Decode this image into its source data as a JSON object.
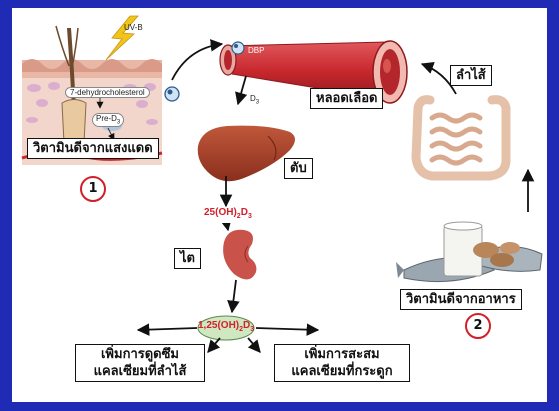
{
  "labels": {
    "sunlight": "วิตามินดีจากแสงแดด",
    "blood_vessel": "หลอดเลือด",
    "liver": "ตับ",
    "kidney": "ไต",
    "intestine": "ลำไส้",
    "food": "วิตามินดีจากอาหาร",
    "absorb_line1": "เพิ่มการดูดซึม",
    "absorb_line2": "แคลเซียมที่ลำไส้",
    "store_line1": "เพิ่มการสะสม",
    "store_line2": "แคลเซียมที่กระดูก"
  },
  "skin": {
    "uvb": "UV-B",
    "precursor": "7-dehydrocholesterol",
    "pre_d3": "Pre-D",
    "pre_d3_sub": "3"
  },
  "vessel": {
    "dbp": "DBP",
    "d3": "D",
    "d3_sub": "3"
  },
  "metabolites": {
    "m25_prefix": "25(OH)",
    "m25_sub": "2",
    "m25_d": "D",
    "m25_d_sub": "3",
    "m125_prefix": "1,25(OH)",
    "m125_sub": "2",
    "m125_d": "D",
    "m125_d_sub": "3"
  },
  "markers": {
    "one": "1",
    "two": "2"
  },
  "colors": {
    "frame": "#1f2bb5",
    "accent_red": "#d21f2a",
    "liver": "#a8412a",
    "kidney": "#c9524a",
    "vessel": "#c8282e",
    "intestine": "#e4c1a8",
    "skin": "#f4cfc0"
  }
}
